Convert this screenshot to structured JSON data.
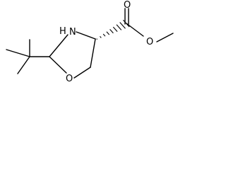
{
  "molecule": {
    "atoms": {
      "ring_nitrogen": "N",
      "ring_nitrogen_h": "H",
      "ring_oxygen": "O",
      "carbonyl_oxygen": "O",
      "ester_oxygen": "O"
    }
  },
  "colors": {
    "bond": "#000000",
    "label": "#000000",
    "background": "#ffffff"
  }
}
